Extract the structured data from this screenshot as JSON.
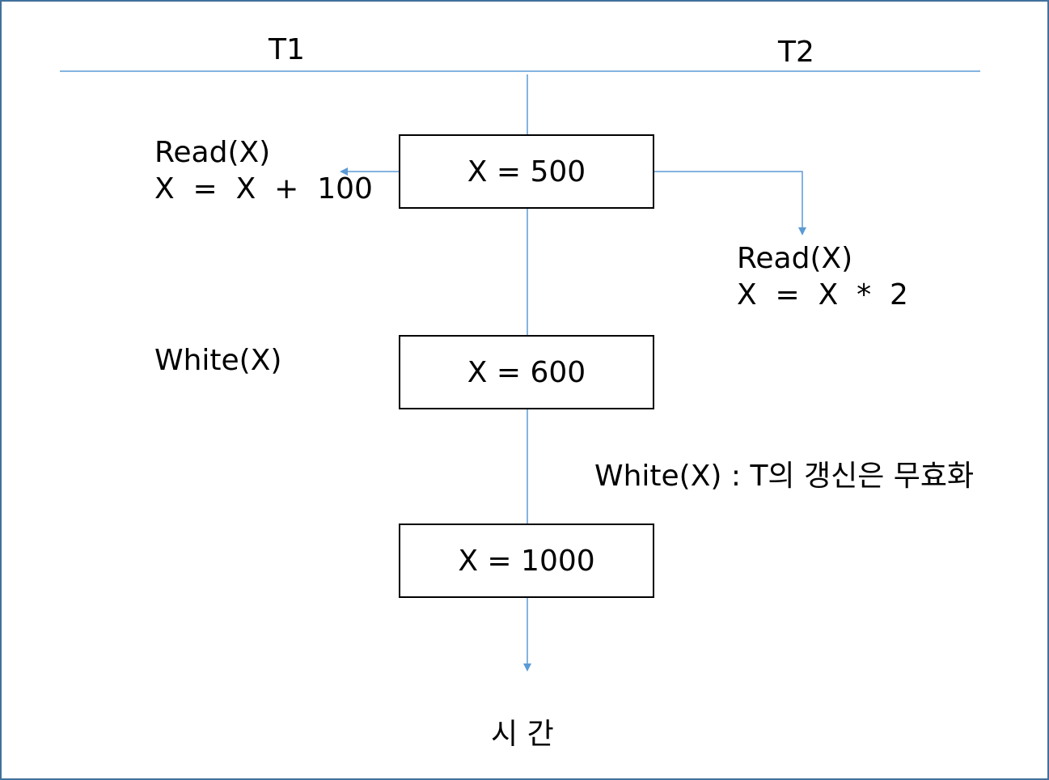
{
  "headers": {
    "t1": "T1",
    "t2": "T2"
  },
  "t1_ops": {
    "read": "Read(X)",
    "compute": "X  =  X  +  100",
    "write": "White(X)"
  },
  "t2_ops": {
    "read": "Read(X)",
    "compute": "X  =  X  *  2",
    "write": "White(X) : T의 갱신은 무효화"
  },
  "states": {
    "s1": "X  =  500",
    "s2": "X  =  600",
    "s3": "X  =  1000"
  },
  "time_label": "시 간",
  "colors": {
    "line": "#5b9bd5",
    "frame": "#41719c",
    "box_border": "#000000"
  }
}
